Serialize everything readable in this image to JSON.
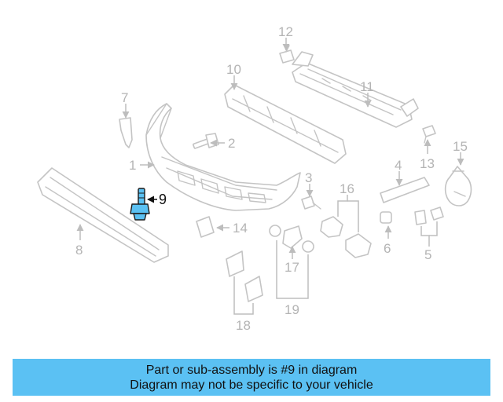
{
  "diagram": {
    "callouts": [
      "1",
      "2",
      "3",
      "4",
      "5",
      "6",
      "7",
      "8",
      "9",
      "10",
      "11",
      "12",
      "13",
      "14",
      "15",
      "16",
      "17",
      "18",
      "19"
    ],
    "highlighted_part": "9",
    "highlight_color": "#5bc1f3",
    "part_line_color": "#c4c4c4"
  },
  "banner": {
    "line1": "Part or sub-assembly is #9 in diagram",
    "line2": "Diagram may not be specific to your vehicle",
    "background": "#5bc1f3"
  }
}
